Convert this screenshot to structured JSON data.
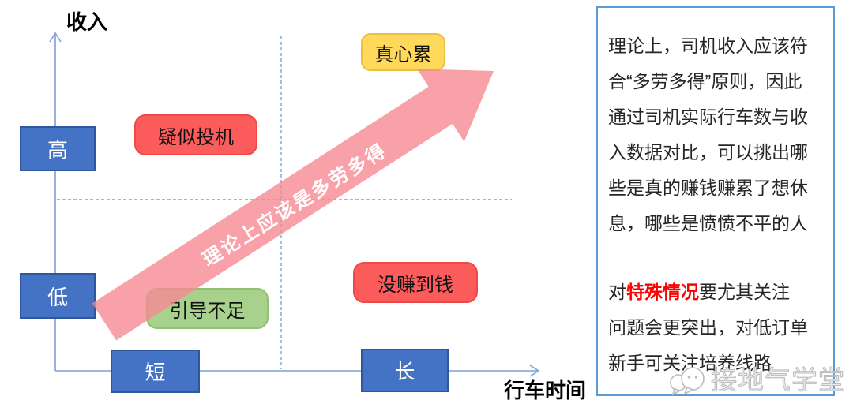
{
  "colors": {
    "axis-blue": "#7f9fd9",
    "box-blue": "#4472c4",
    "box-blue-border": "#30569e",
    "box-red": "#fc5c5c",
    "box-red-border": "#ef4848",
    "box-yellow": "#ffd95c",
    "box-yellow-border": "#edbf41",
    "box-green": "#a9d18e",
    "box-green-border": "#90c070",
    "arrow-pink": "#f68a94",
    "panel-border": "#5b9bd5",
    "highlight-red": "#ff0000",
    "watermark-gray": "#bcbcbc"
  },
  "diagram": {
    "y_axis_label": "收入",
    "x_axis_label": "行车时间",
    "ticks": {
      "high": "高",
      "low": "低",
      "short": "短",
      "long": "长"
    },
    "quadrants": {
      "top_left": "疑似投机",
      "top_right": "真心累",
      "bottom_left": "引导不足",
      "bottom_right": "没赚到钱"
    },
    "arrow_label": "理论上应该是多劳多得"
  },
  "panel": {
    "block1_lines": [
      "理论上，司机收入应该符",
      "合“多劳多得”原则，因此",
      "通过司机实际行车数与收",
      "入数据对比，可以挑出哪",
      "些是真的赚钱赚累了想休",
      "息，哪些是愤愤不平的人"
    ],
    "block2": {
      "line1_prefix": "对",
      "line1_highlight": "特殊情况",
      "line1_suffix": "要尤其关注",
      "line2": "问题会更突出，对低订单",
      "line3": "新手可关注培养线路"
    }
  },
  "watermark": {
    "label": "接地气学堂"
  }
}
